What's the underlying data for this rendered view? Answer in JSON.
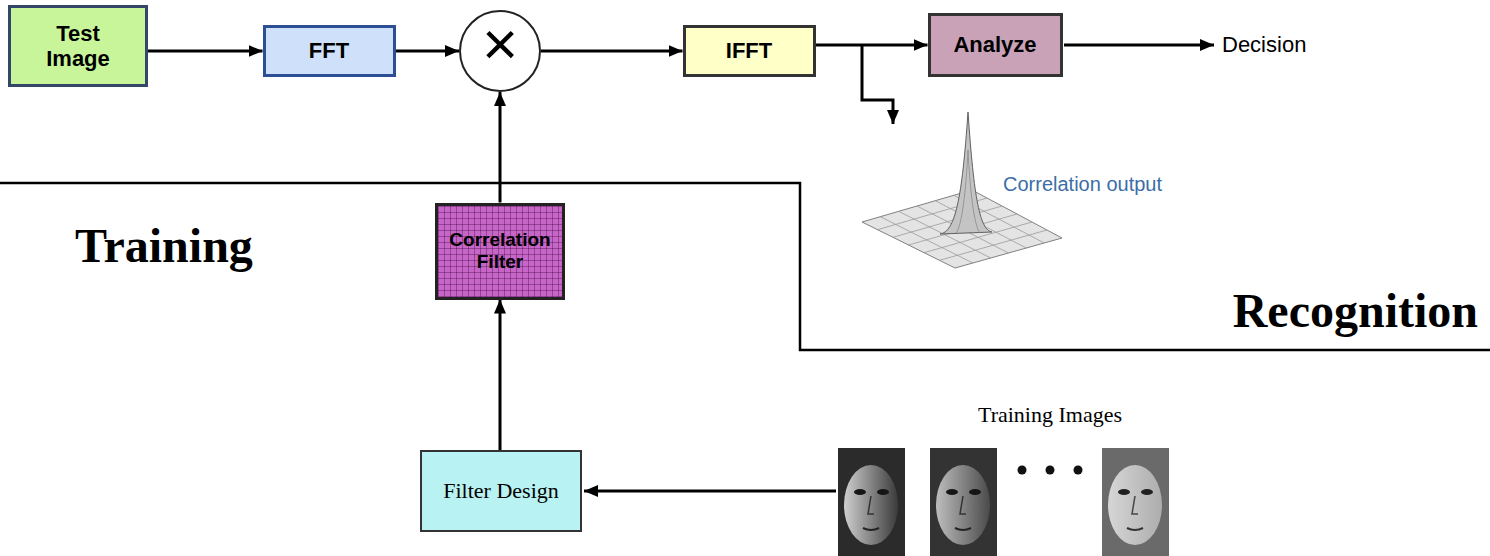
{
  "diagram": {
    "nodes": [
      {
        "text": [
          "Test Image"
        ]
      },
      {
        "text": [
          "FFT"
        ]
      },
      {
        "text": [
          "×"
        ]
      },
      {
        "text": [
          "IFFT"
        ]
      },
      {
        "text": [
          "Analyze"
        ]
      },
      {
        "text": [
          "Correlation Filter"
        ]
      },
      {
        "text": [
          "Filter Design"
        ]
      }
    ],
    "edges": [
      {
        "from": 0,
        "to": 1,
        "arrow": "to"
      },
      {
        "from": 1,
        "to": 2,
        "arrow": "to"
      },
      {
        "from": 2,
        "to": 3,
        "arrow": "to"
      },
      {
        "from": 3,
        "to": 4,
        "arrow": "to"
      },
      {
        "from": 5,
        "to": 2,
        "arrow": "to"
      },
      {
        "from": 6,
        "to": 5,
        "arrow": "to"
      }
    ],
    "labels": [
      "Decision",
      "Correlation output",
      "Training",
      "Recognition",
      "Training Images"
    ]
  }
}
